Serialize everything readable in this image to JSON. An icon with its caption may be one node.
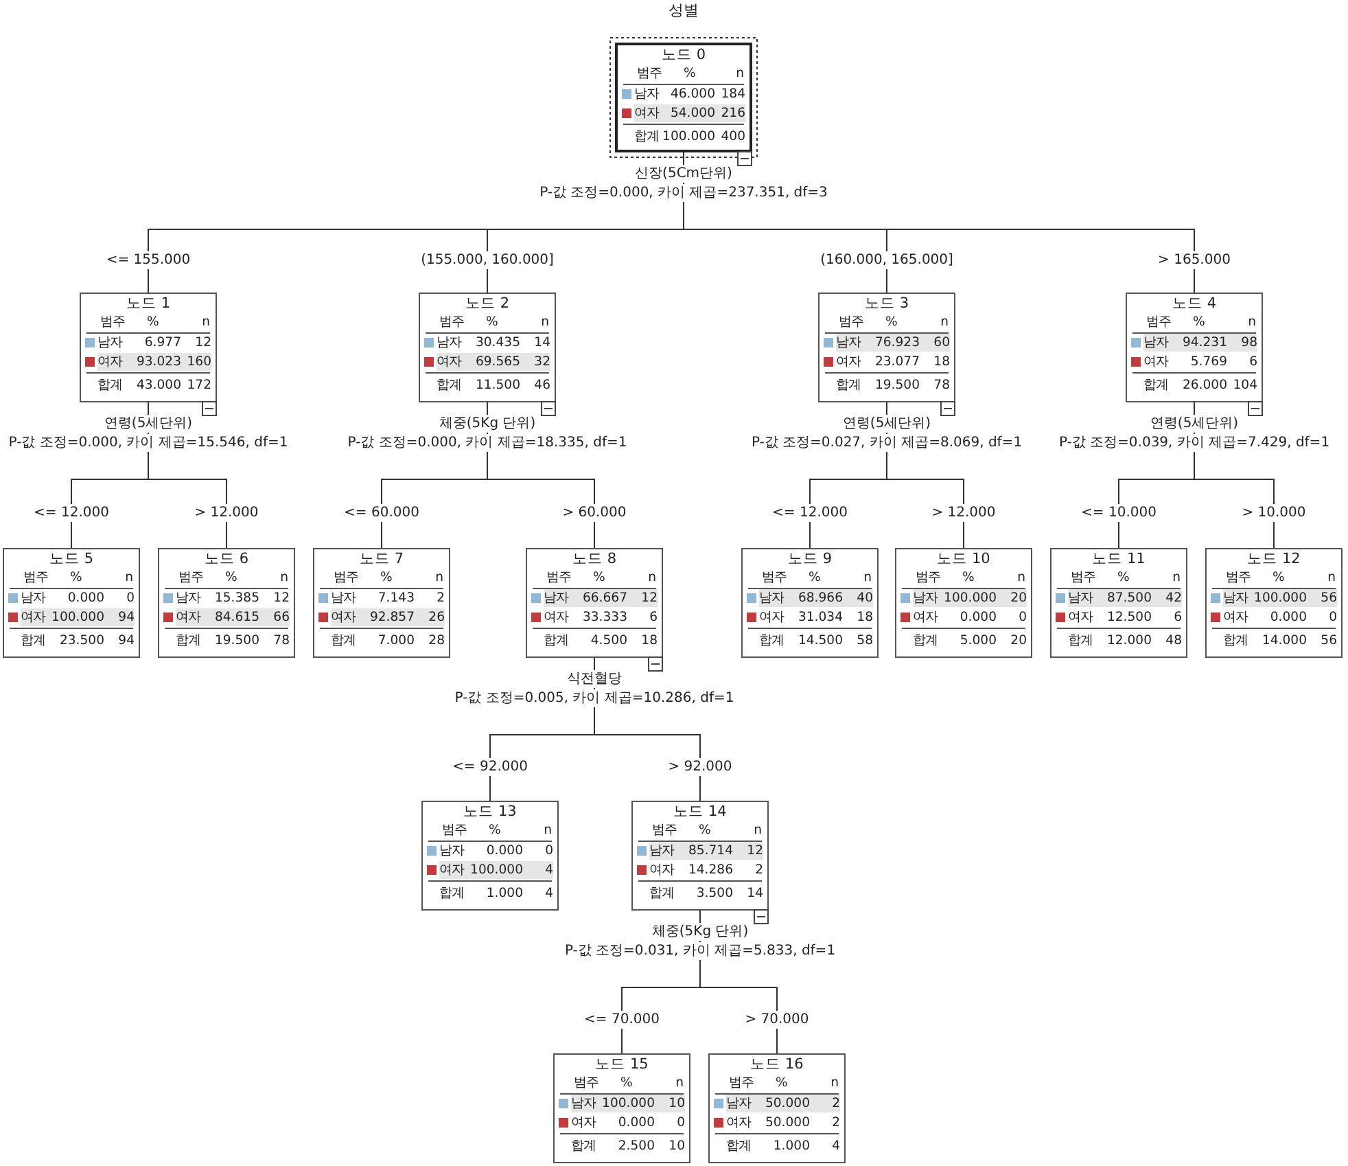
{
  "diagram": {
    "title": "성별",
    "nodes": [
      {
        "text": [
          "노드 0",
          "범주",
          "%",
          "n",
          "남자",
          "46.000",
          "184",
          "여자",
          "54.000",
          "216",
          "합계",
          "100.000",
          "400"
        ],
        "beside": [
          "신장(5Cm단위)",
          "P-값 조정=0.000, 카이 제곱=237.351, df=3"
        ]
      },
      {
        "text": [
          "노드 1",
          "범주",
          "%",
          "n",
          "남자",
          "6.977",
          "12",
          "여자",
          "93.023",
          "160",
          "합계",
          "43.000",
          "172"
        ],
        "beside": [
          "연령(5세단위)",
          "P-값 조정=0.000, 카이 제곱=15.546, df=1"
        ]
      },
      {
        "text": [
          "노드 2",
          "범주",
          "%",
          "n",
          "남자",
          "30.435",
          "14",
          "여자",
          "69.565",
          "32",
          "합계",
          "11.500",
          "46"
        ],
        "beside": [
          "체중(5Kg 단위)",
          "P-값 조정=0.000, 카이 제곱=18.335, df=1"
        ]
      },
      {
        "text": [
          "노드 3",
          "범주",
          "%",
          "n",
          "남자",
          "76.923",
          "60",
          "여자",
          "23.077",
          "18",
          "합계",
          "19.500",
          "78"
        ],
        "beside": [
          "연령(5세단위)",
          "P-값 조정=0.027, 카이 제곱=8.069, df=1"
        ]
      },
      {
        "text": [
          "노드 4",
          "범주",
          "%",
          "n",
          "남자",
          "94.231",
          "98",
          "여자",
          "5.769",
          "6",
          "합계",
          "26.000",
          "104"
        ],
        "beside": [
          "연령(5세단위)",
          "P-값 조정=0.039, 카이 제곱=7.429, df=1"
        ]
      },
      {
        "text": [
          "노드 5",
          "범주",
          "%",
          "n",
          "남자",
          "0.000",
          "0",
          "여자",
          "100.000",
          "94",
          "합계",
          "23.500",
          "94"
        ]
      },
      {
        "text": [
          "노드 6",
          "범주",
          "%",
          "n",
          "남자",
          "15.385",
          "12",
          "여자",
          "84.615",
          "66",
          "합계",
          "19.500",
          "78"
        ]
      },
      {
        "text": [
          "노드 7",
          "범주",
          "%",
          "n",
          "남자",
          "7.143",
          "2",
          "여자",
          "92.857",
          "26",
          "합계",
          "7.000",
          "28"
        ]
      },
      {
        "text": [
          "노드 8",
          "범주",
          "%",
          "n",
          "남자",
          "66.667",
          "12",
          "여자",
          "33.333",
          "6",
          "합계",
          "4.500",
          "18"
        ],
        "beside": [
          "식전혈당",
          "P-값 조정=0.005, 카이 제곱=10.286, df=1"
        ]
      },
      {
        "text": [
          "노드 9",
          "범주",
          "%",
          "n",
          "남자",
          "68.966",
          "40",
          "여자",
          "31.034",
          "18",
          "합계",
          "14.500",
          "58"
        ]
      },
      {
        "text": [
          "노드 10",
          "범주",
          "%",
          "n",
          "남자",
          "100.000",
          "20",
          "여자",
          "0.000",
          "0",
          "합계",
          "5.000",
          "20"
        ]
      },
      {
        "text": [
          "노드 11",
          "범주",
          "%",
          "n",
          "남자",
          "87.500",
          "42",
          "여자",
          "12.500",
          "6",
          "합계",
          "12.000",
          "48"
        ]
      },
      {
        "text": [
          "노드 12",
          "범주",
          "%",
          "n",
          "남자",
          "100.000",
          "56",
          "여자",
          "0.000",
          "0",
          "합계",
          "14.000",
          "56"
        ]
      },
      {
        "text": [
          "노드 13",
          "범주",
          "%",
          "n",
          "남자",
          "0.000",
          "0",
          "여자",
          "100.000",
          "4",
          "합계",
          "1.000",
          "4"
        ]
      },
      {
        "text": [
          "노드 14",
          "범주",
          "%",
          "n",
          "남자",
          "85.714",
          "12",
          "여자",
          "14.286",
          "2",
          "합계",
          "3.500",
          "14"
        ],
        "beside": [
          "체중(5Kg 단위)",
          "P-값 조정=0.031, 카이 제곱=5.833, df=1"
        ]
      },
      {
        "text": [
          "노드 15",
          "범주",
          "%",
          "n",
          "남자",
          "100.000",
          "10",
          "여자",
          "0.000",
          "0",
          "합계",
          "2.500",
          "10"
        ]
      },
      {
        "text": [
          "노드 16",
          "범주",
          "%",
          "n",
          "남자",
          "50.000",
          "2",
          "여자",
          "50.000",
          "2",
          "합계",
          "1.000",
          "4"
        ]
      }
    ],
    "edges": [
      {
        "from": 0,
        "to": 1,
        "arrow": "none",
        "label": "<= 155.000"
      },
      {
        "from": 0,
        "to": 2,
        "arrow": "none",
        "label": "(155.000, 160.000]"
      },
      {
        "from": 0,
        "to": 3,
        "arrow": "none",
        "label": "(160.000, 165.000]"
      },
      {
        "from": 0,
        "to": 4,
        "arrow": "none",
        "label": "> 165.000"
      },
      {
        "from": 1,
        "to": 5,
        "arrow": "none",
        "label": "<= 12.000"
      },
      {
        "from": 1,
        "to": 6,
        "arrow": "none",
        "label": "> 12.000"
      },
      {
        "from": 2,
        "to": 7,
        "arrow": "none",
        "label": "<= 60.000"
      },
      {
        "from": 2,
        "to": 8,
        "arrow": "none",
        "label": "> 60.000"
      },
      {
        "from": 3,
        "to": 9,
        "arrow": "none",
        "label": "<= 12.000"
      },
      {
        "from": 3,
        "to": 10,
        "arrow": "none",
        "label": "> 12.000"
      },
      {
        "from": 4,
        "to": 11,
        "arrow": "none",
        "label": "<= 10.000"
      },
      {
        "from": 4,
        "to": 12,
        "arrow": "none",
        "label": "> 10.000"
      },
      {
        "from": 8,
        "to": 13,
        "arrow": "none",
        "label": "<= 92.000"
      },
      {
        "from": 8,
        "to": 14,
        "arrow": "none",
        "label": "> 92.000"
      },
      {
        "from": 14,
        "to": 15,
        "arrow": "none",
        "label": "<= 70.000"
      },
      {
        "from": 14,
        "to": 16,
        "arrow": "none",
        "label": "> 70.000"
      }
    ]
  }
}
